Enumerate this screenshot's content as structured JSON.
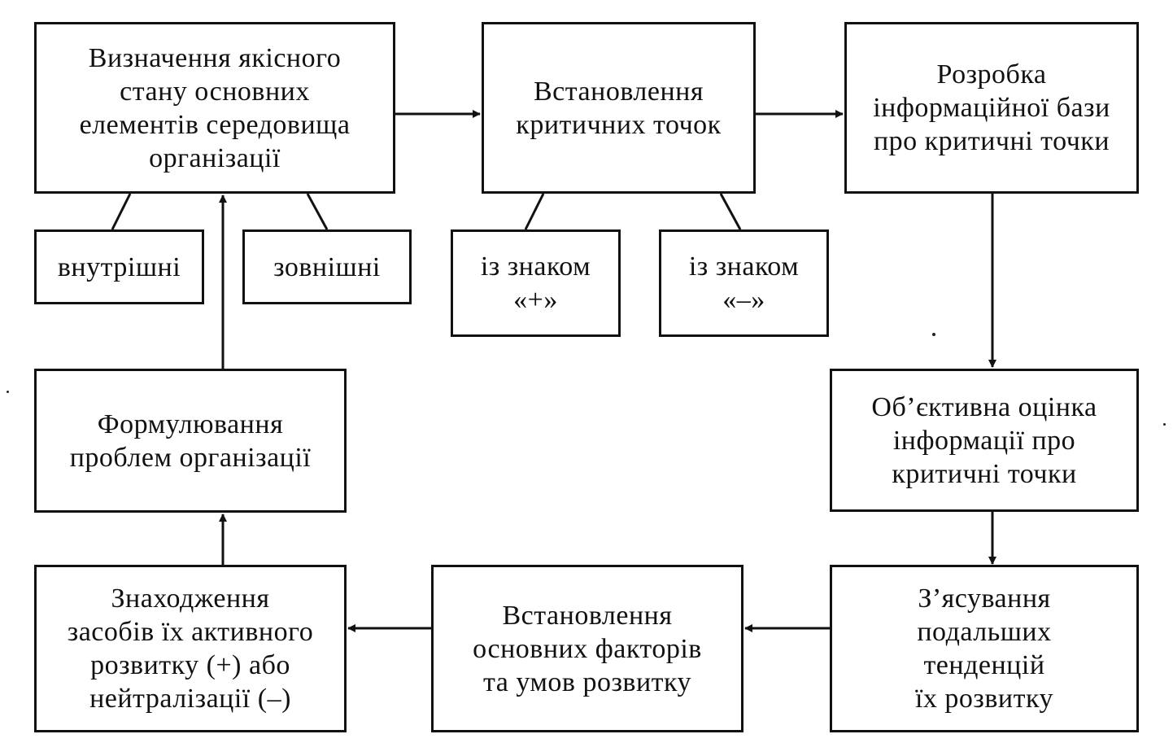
{
  "diagram": {
    "boxes": {
      "define_state": "Визначення якісного\nстану основних\nелементів середовища\nорганізації",
      "critical_points": "Встановлення\nкритичних точок",
      "info_base": "Розробка\nінформаційної бази\nпро критичні точки",
      "internal": "внутрішні",
      "external": "зовнішні",
      "sign_plus": "із знаком\n«+»",
      "sign_minus": "із знаком\n«–»",
      "formulate_problems": "Формулювання\nпроблем організації",
      "objective_assessment": "Об’єктивна оцінка\nінформації про\nкритичні точки",
      "find_means": "Знаходження\nзасобів їх активного\nрозвитку (+) або\nнейтралізації (–)",
      "establish_factors": "Встановлення\nосновних факторів\nта умов розвитку",
      "clarify_trends": "З’ясування\nподальших\nтенденцій\nїх розвитку"
    },
    "line_color": "#111111"
  }
}
